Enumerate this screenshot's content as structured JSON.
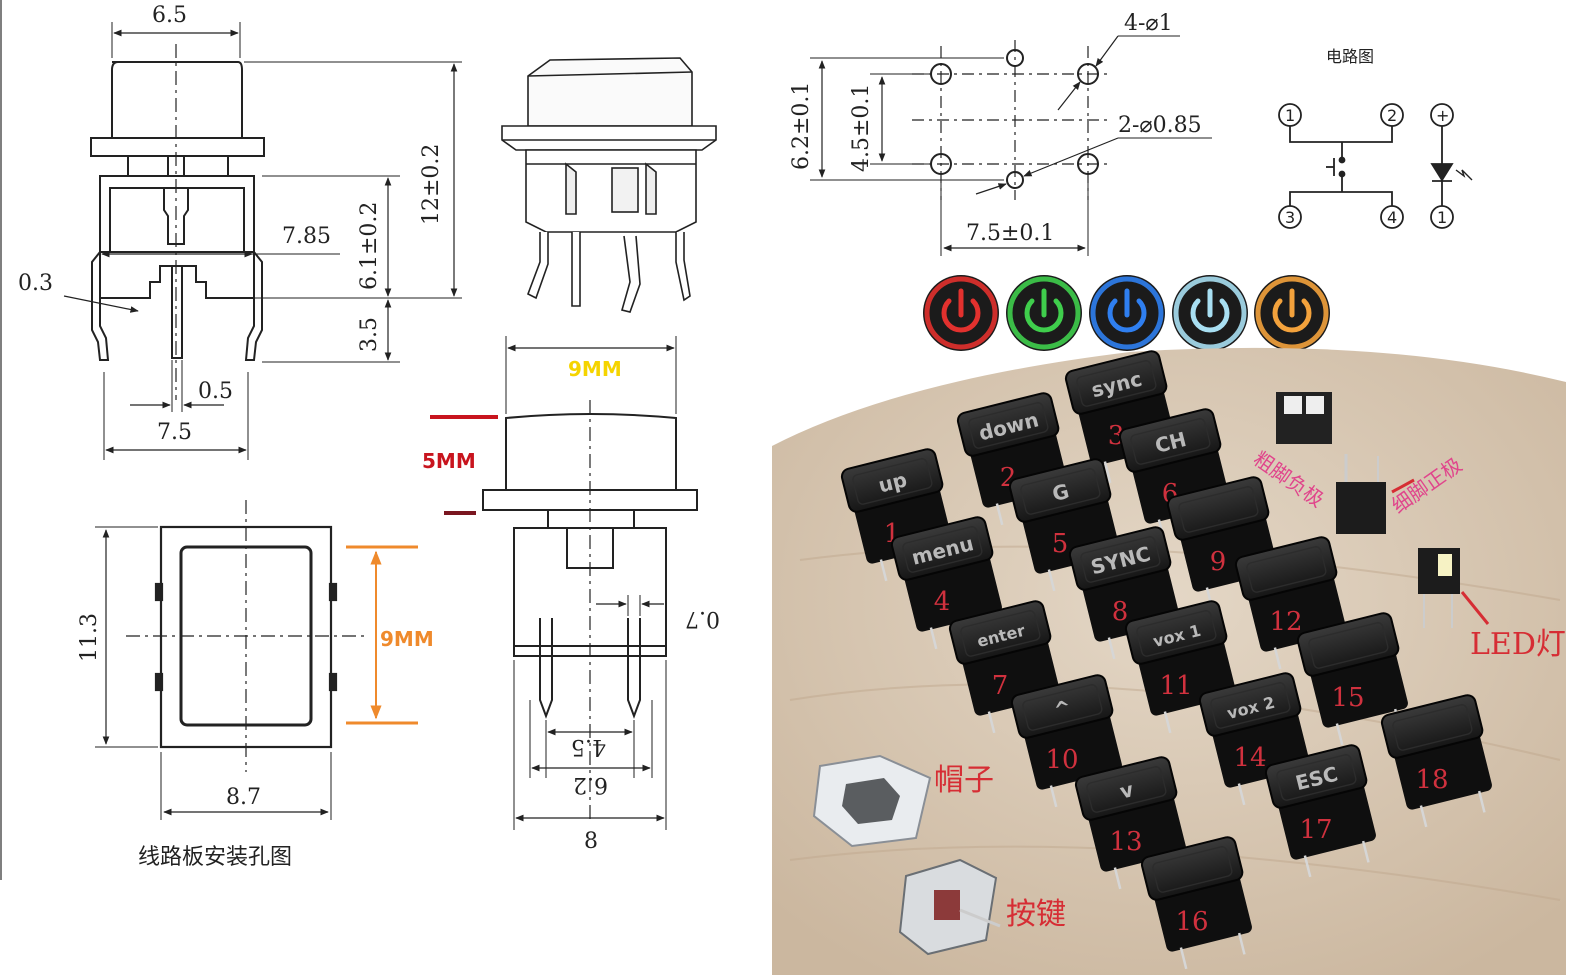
{
  "left_drawing": {
    "dims": {
      "top_width": "6.5",
      "height_total": "12±0.2",
      "height_body": "6.1±0.2",
      "lead_len": "3.5",
      "lead_span": "7.85",
      "lead_thk": "0.3",
      "pin_w": "0.5",
      "pin_pitch": "7.5"
    }
  },
  "plan_view": {
    "height": "11.3",
    "width": "8.7",
    "inner": "9MM",
    "caption": "线路板安装孔图"
  },
  "cap_view": {
    "width_label": "9MM",
    "height_label": "5MM",
    "pin_w": "0.7",
    "inner_pitch": "4.5",
    "outer_pitch": "6.2",
    "body_w": "8"
  },
  "hole_drawing": {
    "holes4": "4-⌀1",
    "holes2": "2-⌀0.85",
    "h_outer": "6.2±0.1",
    "h_inner": "4.5±0.1",
    "w_pitch": "7.5±0.1"
  },
  "circuit": {
    "title": "电路图",
    "terminals": [
      "1",
      "2",
      "3",
      "4"
    ],
    "led_plus": "+",
    "led_minus": "1"
  },
  "led_colors": [
    "#e2312e",
    "#3fce4c",
    "#2f7ff0",
    "#a8dff2",
    "#f3a23c"
  ],
  "keys": [
    {
      "label": "up",
      "num": "1"
    },
    {
      "label": "down",
      "num": "2"
    },
    {
      "label": "sync",
      "num": "3"
    },
    {
      "label": "menu",
      "num": "4"
    },
    {
      "label": "G",
      "num": "5"
    },
    {
      "label": "CH",
      "num": "6"
    },
    {
      "label": "enter",
      "num": "7"
    },
    {
      "label": "SYNC",
      "num": "8"
    },
    {
      "label": "",
      "num": "9"
    },
    {
      "label": "^",
      "num": "10"
    },
    {
      "label": "vox 1",
      "num": "11"
    },
    {
      "label": "",
      "num": "12"
    },
    {
      "label": "v",
      "num": "13"
    },
    {
      "label": "vox 2",
      "num": "14"
    },
    {
      "label": "",
      "num": "15"
    },
    {
      "label": "",
      "num": "16"
    },
    {
      "label": "ESC",
      "num": "17"
    },
    {
      "label": "",
      "num": "18"
    }
  ],
  "photo_labels": {
    "cap": "帽子",
    "button": "按键",
    "led": "LED灯",
    "pin_neg": "粗脚负极",
    "pin_pos": "细脚正极"
  }
}
